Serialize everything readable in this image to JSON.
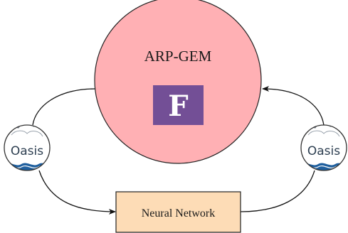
{
  "model": {
    "title": "ARP-GEM",
    "circle_fill": "#ffb0b4",
    "language_logo": {
      "letter": "F",
      "color": "#734f96",
      "icon": "fortran-logo-icon"
    }
  },
  "coupler_left": {
    "label": "Oasis",
    "icon": "oasis-coupler-logo-icon"
  },
  "coupler_right": {
    "label": "Oasis",
    "icon": "oasis-coupler-logo-icon"
  },
  "network": {
    "label": "Neural Network",
    "box_fill": "#fddcb6"
  }
}
